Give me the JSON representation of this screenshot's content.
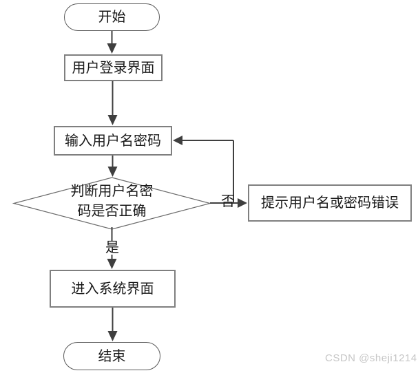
{
  "diagram": {
    "nodes": {
      "start": {
        "label": "开始"
      },
      "login_screen": {
        "label": "用户登录界面"
      },
      "input_credentials": {
        "label": "输入用户名密码"
      },
      "decision": {
        "line1": "判断用户名密",
        "line2": "码是否正确"
      },
      "error_prompt": {
        "label": "提示用户名或密码错误"
      },
      "enter_system": {
        "label": "进入系统界面"
      },
      "end": {
        "label": "结束"
      }
    },
    "edge_labels": {
      "no": "否",
      "yes": "是"
    }
  },
  "watermark": {
    "text": "CSDN @sheji1214"
  },
  "colors": {
    "line": "#3f3f3f",
    "box_border": "#7f7f7f",
    "stadium_border": "#595959",
    "text": "#1a1a1a",
    "watermark": "#c6c6c6",
    "background": "#ffffff"
  }
}
